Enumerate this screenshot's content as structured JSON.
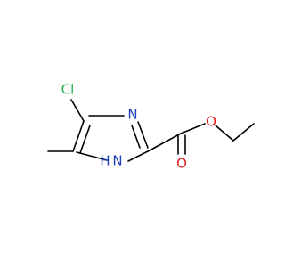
{
  "molecule": {
    "atoms": {
      "cl": {
        "label": "Cl",
        "color": "#22b14c"
      },
      "n3": {
        "label": "N",
        "color": "#1f3fbf"
      },
      "n1": {
        "label": "N",
        "color": "#1f3fbf"
      },
      "h1": {
        "label": "H",
        "color": "#1f3fbf"
      },
      "o_carbonyl": {
        "label": "O",
        "color": "#e31b1b"
      },
      "o_ester": {
        "label": "O",
        "color": "#e31b1b"
      }
    },
    "bond_color": "#000000"
  }
}
